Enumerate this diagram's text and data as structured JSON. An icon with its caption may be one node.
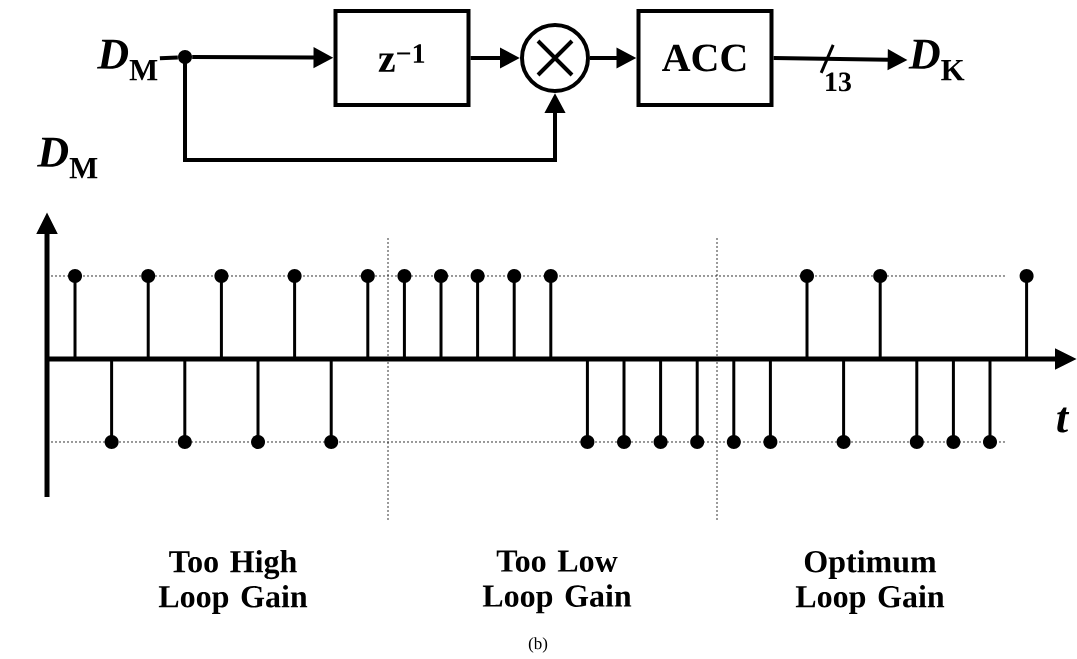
{
  "diagram": {
    "caption": "(b)",
    "nodes": [
      {
        "text": [
          "*D*$_{M}$"
        ]
      },
      {
        "text": [],
        "shape": "circle"
      },
      {
        "text": [
          "z$^{−1}$"
        ]
      },
      {
        "text": [],
        "shape": "circle"
      },
      {
        "text": [
          "ACC"
        ]
      },
      {
        "text": [
          "*D*$_{K}$"
        ]
      }
    ],
    "edges": [
      {
        "from": 0,
        "to": 1,
        "arrow": "none"
      },
      {
        "from": 1,
        "to": 2,
        "arrow": "to"
      },
      {
        "from": 2,
        "to": 3,
        "arrow": "to"
      },
      {
        "from": 1,
        "to": 3,
        "arrow": "to"
      },
      {
        "from": 3,
        "to": 4,
        "arrow": "to"
      },
      {
        "from": 4,
        "to": 5,
        "arrow": "to",
        "label": "13"
      }
    ],
    "labels": [
      "*D*$_{M}$",
      "t",
      "Too High Loop Gain",
      "Too Low Loop Gain",
      "Optimum Loop Gain"
    ]
  }
}
